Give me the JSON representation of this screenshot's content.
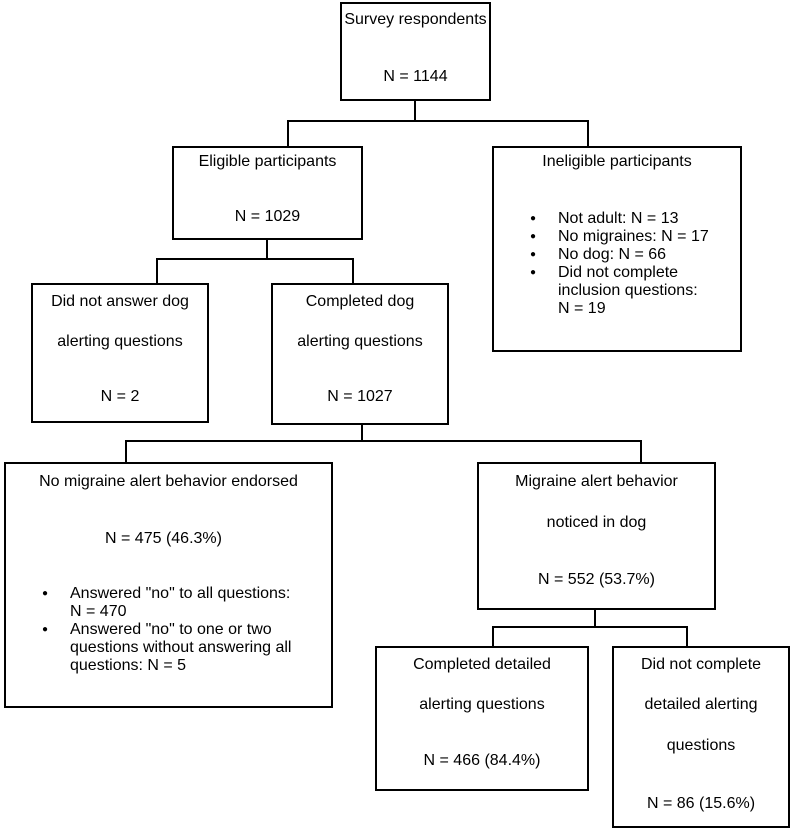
{
  "respondents": {
    "title": "Survey respondents",
    "count": "N = 1144"
  },
  "eligible": {
    "title": "Eligible participants",
    "count": "N = 1029"
  },
  "ineligible": {
    "title": "Ineligible participants",
    "items": [
      "Not adult: N = 13",
      "No migraines: N = 17",
      "No dog: N = 66",
      "Did not complete",
      "inclusion questions:",
      "N = 19"
    ]
  },
  "no_answer": {
    "line1": "Did not answer dog",
    "line2": "alerting questions",
    "count": "N = 2"
  },
  "completed": {
    "line1": "Completed dog",
    "line2": "alerting questions",
    "count": "N = 1027"
  },
  "no_alert": {
    "title": "No migraine alert behavior endorsed",
    "count": "N = 475 (46.3%)",
    "items": [
      "Answered \"no\" to all questions:",
      "N = 470",
      "Answered \"no\" to one or two",
      "questions without answering all",
      "questions: N = 5"
    ]
  },
  "alert": {
    "line1": "Migraine alert behavior",
    "line2": "noticed in dog",
    "count": "N = 552 (53.7%)"
  },
  "detailed_done": {
    "line1": "Completed detailed",
    "line2": "alerting questions",
    "count": "N = 466 (84.4%)"
  },
  "detailed_not": {
    "line1": "Did not complete",
    "line2": "detailed alerting",
    "line3": "questions",
    "count": "N = 86 (15.6%)"
  }
}
